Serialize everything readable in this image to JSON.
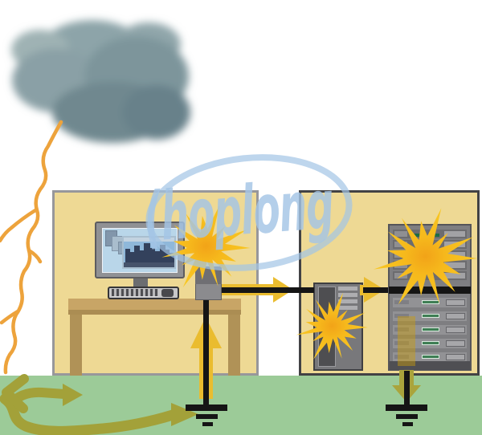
{
  "watermark": {
    "text": "(hoplong",
    "color": "#a3c5e5"
  },
  "palette": {
    "wall": "#eed994",
    "wall_border_a": "#97979b",
    "wall_border_b": "#424244",
    "ground": "#9ccb98",
    "lightning": "#eda33c",
    "spark": "#f7c41d",
    "surge": "#eabc2f",
    "olive": "#a3a139",
    "cable": "#151515",
    "desk": "#c8a566",
    "desk_shadow": "#ab8d53",
    "screen": "#b9d6e9"
  },
  "icons": {
    "elements": [
      "storm-cloud-icon",
      "lightning-bolt-icon",
      "ground-current-arrows-icon",
      "building-a",
      "building-b",
      "desktop-monitor-icon",
      "keyboard-icon",
      "desk",
      "surge-protector-box",
      "data-cable",
      "network-cabinet-icon",
      "server-rack-icon",
      "earth-electrode-icon-a",
      "earth-electrode-icon-b",
      "surge-arrow-up-icon",
      "surge-arrow-across-icon",
      "surge-arrow-down-icon",
      "spark-burst-icon"
    ]
  }
}
